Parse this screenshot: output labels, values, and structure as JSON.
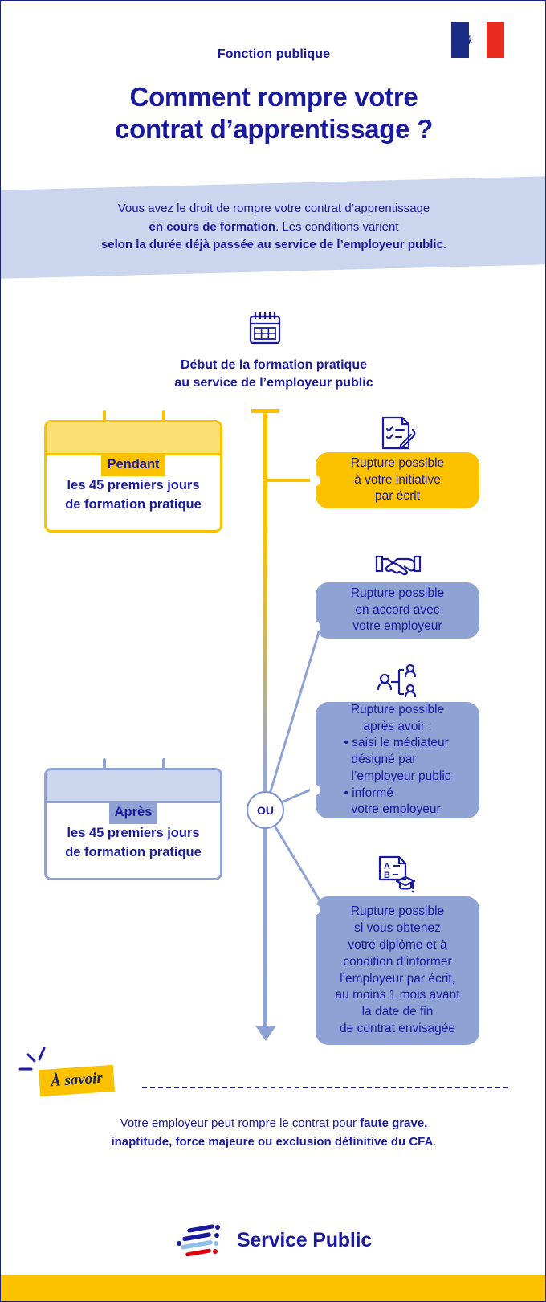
{
  "colors": {
    "brand_blue": "#1a1a9e",
    "accent_yellow": "#fcc200",
    "soft_blue": "#8fa2d4",
    "pale_blue": "#ccd5ee",
    "flag_red": "#ea2b1f"
  },
  "header": {
    "kicker": "Fonction publique",
    "title_line1": "Comment rompre votre",
    "title_line2": "contrat d’apprentissage ?",
    "flag_alt": "Marianne – République Française"
  },
  "intro": {
    "line1_plain": "Vous avez le droit de rompre votre contrat d’apprentissage",
    "line2_bold": "en cours de formation",
    "line2_plain": ". Les conditions varient",
    "line3_bold": "selon la durée déjà passée au service de l’employeur public",
    "line3_plain": "."
  },
  "timeline": {
    "heading_line1": "Début de la formation pratique",
    "heading_line2": "au service de l’employeur public",
    "branch_label": "OU"
  },
  "periods": [
    {
      "id": "pendant",
      "pill": "Pendant",
      "line1": "les 45 premiers jours",
      "line2": "de formation pratique"
    },
    {
      "id": "apres",
      "pill": "Après",
      "line1": "les 45 premiers jours",
      "line2": "de formation pratique"
    }
  ],
  "callouts": [
    {
      "id": "initiative",
      "icon": "document-pen-icon",
      "variant": "yellow",
      "lines": [
        "Rupture possible",
        "à votre initiative",
        "par écrit"
      ]
    },
    {
      "id": "accord",
      "icon": "handshake-icon",
      "variant": "blue",
      "lines": [
        "Rupture possible",
        "en accord avec",
        "votre employeur"
      ]
    },
    {
      "id": "mediateur",
      "icon": "mediator-icon",
      "variant": "blue",
      "lines": [
        "Rupture possible",
        "après avoir :"
      ],
      "bullets": [
        [
          "• saisi le médiateur",
          "désigné par",
          "l’employeur public"
        ],
        [
          "• informé",
          "votre employeur"
        ]
      ]
    },
    {
      "id": "diplome",
      "icon": "diploma-icon",
      "variant": "blue",
      "lines": [
        "Rupture possible",
        "si vous obtenez",
        "votre diplôme et à",
        "condition d’informer",
        "l’employeur par écrit,",
        "au moins 1 mois avant",
        "la date de fin",
        "de contrat envisagée"
      ]
    }
  ],
  "note": {
    "tag": "À savoir",
    "line1_plain": "Votre employeur peut rompre le contrat pour ",
    "line1_bold": "faute grave,",
    "line2_bold": "inaptitude, force majeure ou exclusion définitive du CFA",
    "line2_plain": "."
  },
  "footer": {
    "logo_text": "Service Public",
    "logo_mark": "service-public-logo-icon"
  }
}
